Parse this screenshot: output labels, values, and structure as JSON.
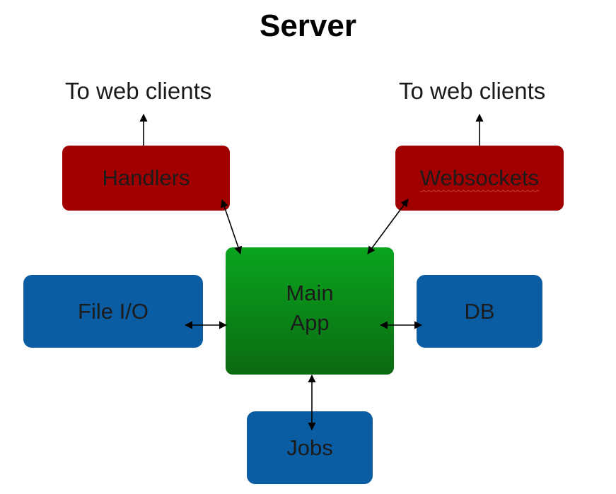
{
  "title": "Server",
  "labels": {
    "left_clients": "To web clients",
    "right_clients": "To web clients"
  },
  "nodes": {
    "handlers": "Handlers",
    "websockets": "Websockets",
    "main_line1": "Main",
    "main_line2": "App",
    "file_io": "File I/O",
    "db": "DB",
    "jobs": "Jobs"
  },
  "colors": {
    "handlers_fill": "#a00000",
    "websockets_fill": "#a00000",
    "main_fill": "#0aa51e",
    "service_fill": "#0b5da3"
  }
}
